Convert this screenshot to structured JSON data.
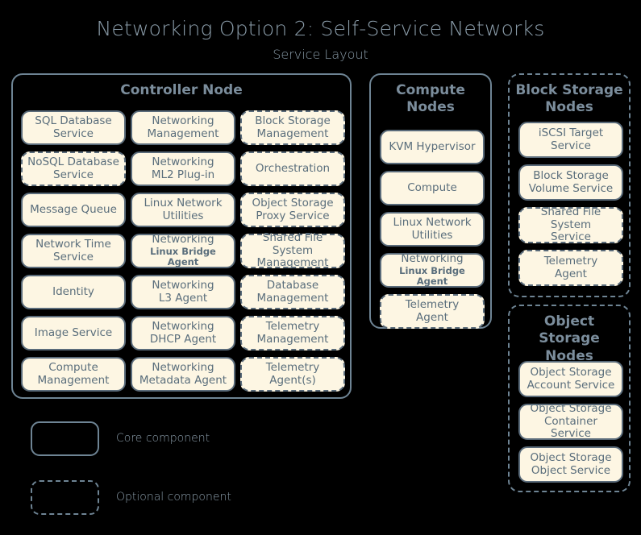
{
  "title": "Networking Option 2: Self-Service Networks",
  "subtitle": "Service Layout",
  "colors": {
    "background": "#000000",
    "box_fill": "#fdf6e3",
    "box_border": "#5a6b7a",
    "box_text": "#5a6e7c",
    "group_border": "#6e8494",
    "title_text": "#8b9daa",
    "group_title_text": "#7b8d9c"
  },
  "groups": [
    {
      "id": "controller-node",
      "title": "Controller Node",
      "optional": false,
      "columns": [
        {
          "id": "ctrl-col-1",
          "services": [
            {
              "line1": "SQL Database",
              "line2": "Service",
              "optional": false
            },
            {
              "line1": "NoSQL Database",
              "line2": "Service",
              "optional": true
            },
            {
              "line1": "Message Queue",
              "line2": "",
              "optional": false
            },
            {
              "line1": "Network Time",
              "line2": "Service",
              "optional": false
            },
            {
              "line1": "Identity",
              "line2": "",
              "optional": false
            },
            {
              "line1": "Image Service",
              "line2": "",
              "optional": false
            },
            {
              "line1": "Compute",
              "line2": "Management",
              "optional": false
            }
          ]
        },
        {
          "id": "ctrl-col-2",
          "services": [
            {
              "line1": "Networking",
              "line2": "Management",
              "optional": false
            },
            {
              "line1": "Networking",
              "line2": "ML2 Plug-in",
              "optional": false
            },
            {
              "line1": "Linux Network",
              "line2": "Utilities",
              "optional": false
            },
            {
              "line1": "Networking",
              "line2": "Linux Bridge Agent",
              "small2": true,
              "optional": false
            },
            {
              "line1": "Networking",
              "line2": "L3 Agent",
              "optional": false
            },
            {
              "line1": "Networking",
              "line2": "DHCP Agent",
              "optional": false
            },
            {
              "line1": "Networking",
              "line2": "Metadata Agent",
              "optional": false
            }
          ]
        },
        {
          "id": "ctrl-col-3",
          "services": [
            {
              "line1": "Block Storage",
              "line2": "Management",
              "optional": true
            },
            {
              "line1": "Orchestration",
              "line2": "",
              "optional": true
            },
            {
              "line1": "Object Storage",
              "line2": "Proxy Service",
              "optional": true
            },
            {
              "line1": "Shared File System",
              "line2": "Management",
              "optional": true
            },
            {
              "line1": "Database",
              "line2": "Management",
              "optional": true
            },
            {
              "line1": "Telemetry",
              "line2": "Management",
              "optional": true
            },
            {
              "line1": "Telemetry",
              "line2": "Agent(s)",
              "optional": true
            }
          ]
        }
      ]
    },
    {
      "id": "compute-nodes",
      "title": "Compute Nodes",
      "optional": false,
      "columns": [
        {
          "id": "compute-col",
          "services": [
            {
              "line1": "KVM Hypervisor",
              "line2": "",
              "optional": false
            },
            {
              "line1": "Compute",
              "line2": "",
              "optional": false
            },
            {
              "line1": "Linux Network",
              "line2": "Utilities",
              "optional": false
            },
            {
              "line1": "Networking",
              "line2": "Linux Bridge Agent",
              "small2": true,
              "optional": false
            },
            {
              "line1": "Telemetry",
              "line2": "Agent",
              "optional": true
            }
          ]
        }
      ]
    },
    {
      "id": "block-storage-nodes",
      "title": "Block Storage Nodes",
      "optional": true,
      "columns": [
        {
          "id": "block-col",
          "services": [
            {
              "line1": "iSCSI Target",
              "line2": "Service",
              "optional": false
            },
            {
              "line1": "Block Storage",
              "line2": "Volume Service",
              "optional": false
            },
            {
              "line1": "Shared File System",
              "line2": "Service",
              "optional": true
            },
            {
              "line1": "Telemetry",
              "line2": "Agent",
              "optional": true
            }
          ]
        }
      ]
    },
    {
      "id": "object-storage-nodes",
      "title": "Object Storage Nodes",
      "optional": true,
      "columns": [
        {
          "id": "object-col",
          "services": [
            {
              "line1": "Object Storage",
              "line2": "Account Service",
              "optional": false
            },
            {
              "line1": "Object Storage",
              "line2": "Container Service",
              "optional": false
            },
            {
              "line1": "Object Storage",
              "line2": "Object Service",
              "optional": false
            }
          ]
        }
      ]
    }
  ],
  "legend": {
    "items": [
      {
        "label": "Core component",
        "style": "core"
      },
      {
        "label": "Optional component",
        "style": "optional"
      }
    ]
  }
}
